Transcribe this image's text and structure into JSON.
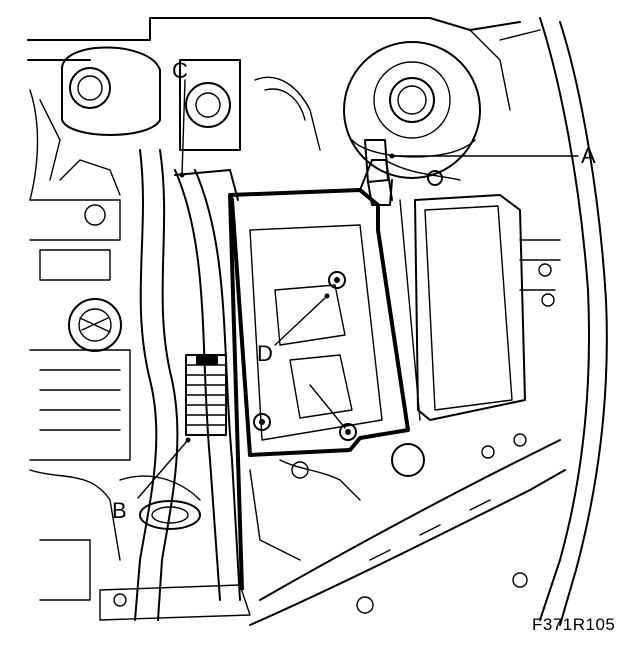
{
  "labels": {
    "a": "A",
    "b": "B",
    "c": "C",
    "d": "D"
  },
  "figure_code": "F371R105",
  "colors": {
    "line": "#000000",
    "background": "#ffffff"
  }
}
